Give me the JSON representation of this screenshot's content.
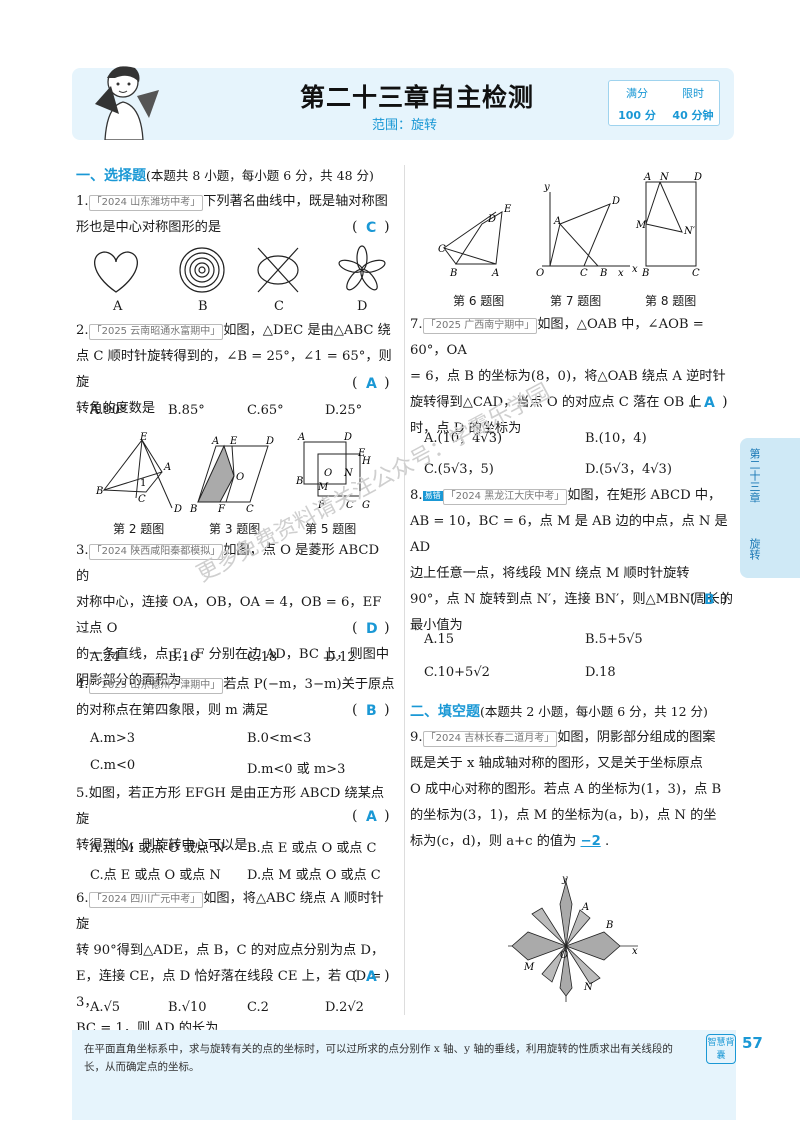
{
  "header": {
    "title": "第二十三章自主检测",
    "range": "范围：旋转",
    "score_label": "满分",
    "time_label": "限时",
    "score_value": "100 分",
    "time_value": "40 分钟"
  },
  "sec1": {
    "title": "一、选择题",
    "note": "(本题共 8 小题，每小题 6 分，共 48 分)"
  },
  "sec2": {
    "title": "二、填空题",
    "note": "(本题共 2 小题，每小题 6 分，共 12 分)"
  },
  "q1": {
    "num": "1.",
    "src": "「2024 山东潍坊中考」",
    "line1": "下列著名曲线中，既是轴对称图",
    "line2": "形也是中心对称图形的是",
    "ans": "C",
    "opts": [
      "A",
      "B",
      "C",
      "D"
    ]
  },
  "q2": {
    "num": "2.",
    "src": "「2025 云南昭通水富期中」",
    "line1": "如图，△DEC 是由△ABC 绕",
    "line2": "点 C 顺时针旋转得到的，∠B = 25°，∠1 = 65°，则旋",
    "line3": "转角的度数是",
    "ans": "A",
    "opts": [
      "A.90°",
      "B.85°",
      "C.65°",
      "D.25°"
    ]
  },
  "captions": {
    "q2": "第 2 题图",
    "q3": "第 3 题图",
    "q5": "第 5 题图",
    "q6": "第 6 题图",
    "q7": "第 7 题图",
    "q8": "第 8 题图",
    "q9": ""
  },
  "q3": {
    "num": "3.",
    "src": "「2024 陕西咸阳秦都模拟」",
    "line1": "如图，点 O 是菱形 ABCD 的",
    "line2": "对称中心，连接 OA，OB，OA = 4，OB = 6，EF 过点 O",
    "line3": "的一条直线，点 E，F 分别在边 AD，BC 上，则图中",
    "line4": "阴影部分的面积为",
    "ans": "D",
    "opts": [
      "A.24",
      "B.16",
      "C.18",
      "D.12"
    ]
  },
  "q4": {
    "num": "4.",
    "src": "「2025 山东德州宁津期中」",
    "line1": "若点 P(−m，3−m)关于原点",
    "line2": "的对称点在第四象限，则 m 满足",
    "ans": "B",
    "opts": [
      "A.m>3",
      "B.0<m<3",
      "C.m<0",
      "D.m<0 或 m>3"
    ]
  },
  "q5": {
    "num": "5.",
    "line1": "如图，若正方形 EFGH 是由正方形 ABCD 绕某点旋",
    "line2": "转得到的，则旋转中心可以是",
    "ans": "A",
    "opts": [
      "A.点 M 或点 O 或点 N",
      "B.点 E 或点 O 或点 C",
      "C.点 E 或点 O 或点 N",
      "D.点 M 或点 O 或点 C"
    ]
  },
  "q6": {
    "num": "6.",
    "src": "「2024 四川广元中考」",
    "line1": "如图，将△ABC 绕点 A 顺时针旋",
    "line2": "转 90°得到△ADE，点 B，C 的对应点分别为点 D，",
    "line3": "E，连接 CE，点 D 恰好落在线段 CE 上，若 CD = 3，",
    "line4": "BC = 1，则 AD 的长为",
    "ans": "A",
    "opts": [
      "A.√5",
      "B.√10",
      "C.2",
      "D.2√2"
    ]
  },
  "q7": {
    "num": "7.",
    "src": "「2025 广西南宁期中」",
    "line1": "如图，△OAB 中，∠AOB = 60°，OA",
    "line2": "= 6，点 B 的坐标为(8，0)，将△OAB 绕点 A 逆时针",
    "line3": "旋转得到△CAD，当点 O 的对应点 C 落在 OB 上",
    "line4": "时，点 D 的坐标为",
    "ans": "A",
    "opts": [
      "A.(10，4√3)",
      "B.(10，4)",
      "C.(5√3，5)",
      "D.(5√3，4√3)"
    ]
  },
  "q8": {
    "num": "8.",
    "tag": "易错",
    "src": "「2024 黑龙江大庆中考」",
    "line1": "如图，在矩形 ABCD 中，",
    "line2": "AB = 10，BC = 6，点 M 是 AB 边的中点，点 N 是 AD",
    "line3": "边上任意一点，将线段 MN 绕点 M 顺时针旋转",
    "line4": "90°，点 N 旋转到点 N′，连接 BN′，则△MBN′周长的",
    "line5": "最小值为",
    "ans": "B",
    "opts": [
      "A.15",
      "B.5+5√5",
      "C.10+5√2",
      "D.18"
    ]
  },
  "q9": {
    "num": "9.",
    "src": "「2024 吉林长春二道月考」",
    "line1": "如图，阴影部分组成的图案",
    "line2": "既是关于 x 轴成轴对称的图形，又是关于坐标原点",
    "line3": "O 成中心对称的图形。若点 A 的坐标为(1，3)，点 B",
    "line4": "的坐标为(3，1)，点 M 的坐标为(a，b)，点 N 的坐",
    "line5": "标为(c，d)，则 a+c 的值为",
    "ans": "−2"
  },
  "side": {
    "chapter": "第二十三章",
    "topic": "旋转"
  },
  "footer": {
    "text": "在平面直角坐标系中，求与旋转有关的点的坐标时，可以过所求的点分别作 x 轴、y 轴的垂线，利用旋转的性质求出有关线段的长，从而确定点的坐标。",
    "stamp": "智慧背囊",
    "page": "57"
  },
  "watermark": "更多免费资料请关注公众号：学霸乐学园"
}
